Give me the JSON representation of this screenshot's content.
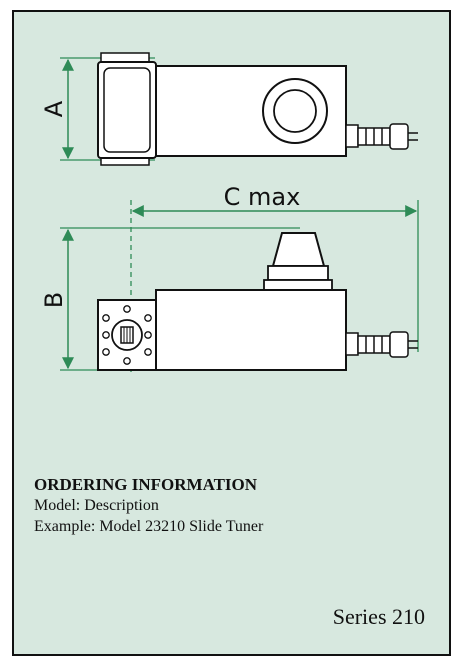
{
  "diagram": {
    "labels": {
      "dim_a": "A",
      "dim_b": "B",
      "dim_c": "C max"
    },
    "colors": {
      "dimension_line": "#2e8b57",
      "outline": "#111111",
      "body_fill": "#ffffff",
      "panel_bg": "#d7e8df"
    }
  },
  "ordering": {
    "heading": "ORDERING INFORMATION",
    "line1": "Model: Description",
    "line2": "Example: Model 23210 Slide Tuner"
  },
  "series": "Series 210"
}
